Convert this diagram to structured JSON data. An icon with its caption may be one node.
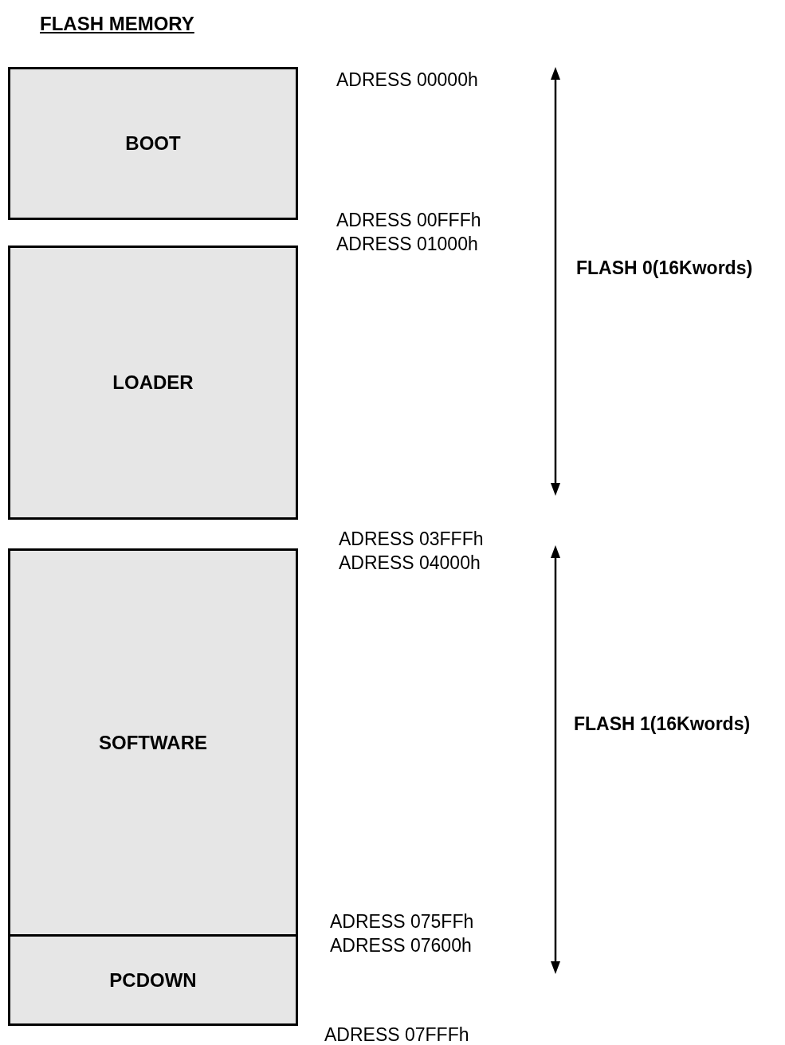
{
  "diagram": {
    "title": "FLASH MEMORY",
    "nodes": [
      {
        "text": [
          "BOOT"
        ]
      },
      {
        "text": [
          "LOADER"
        ]
      },
      {
        "text": [
          "SOFTWARE"
        ]
      },
      {
        "text": [
          "PCDOWN"
        ]
      }
    ],
    "labels": [
      "ADRESS 00000h",
      "FLASH 0(16Kwords)",
      "ADRESS 00FFFh",
      "ADRESS 01000h",
      "ADRESS 03FFFh",
      "ADRESS 04000h",
      "FLASH 1(16Kwords)",
      "ADRESS 075FFh",
      "ADRESS 07600h",
      "ADRESS 07FFFh"
    ]
  }
}
